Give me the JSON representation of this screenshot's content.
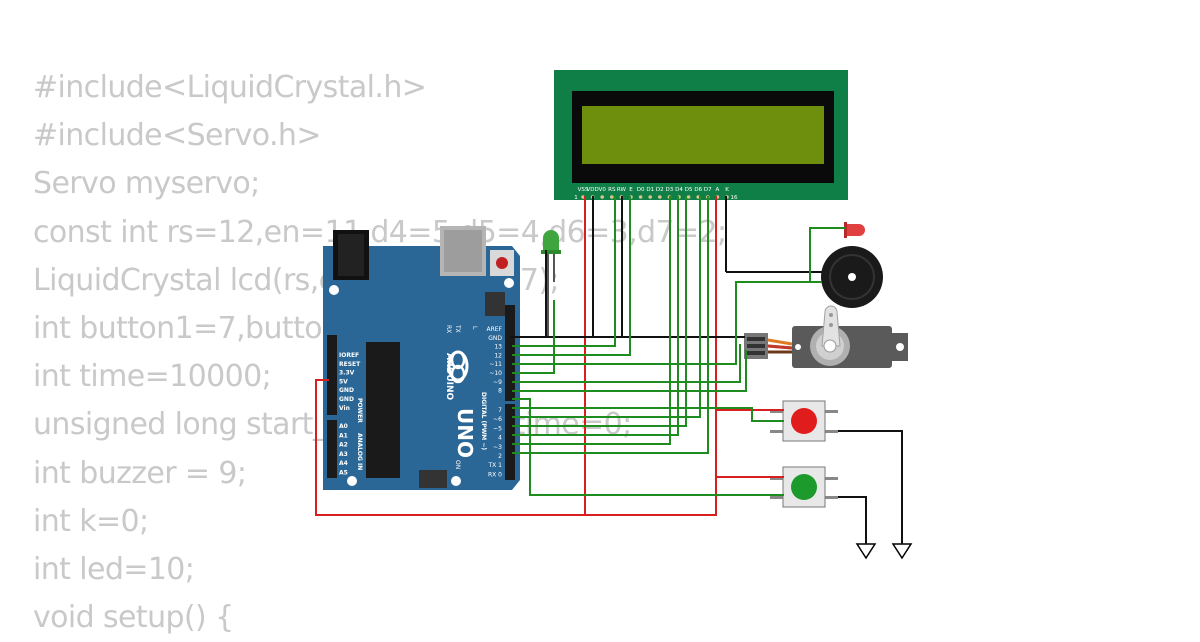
{
  "code_lines": [
    "#include<LiquidCrystal.h>",
    "#include<Servo.h>",
    "Servo myservo;",
    "const int rs=12,en=11,d4=5,d5=4,d6=3,d7=2;",
    "LiquidCrystal lcd(rs,en,d4,d5,d6,d7);",
    "int button1=7,button2=8;",
    "int time=10000;",
    "unsigned long start_time=0,end_time=0;",
    "int buzzer = 9;",
    "int k=0;",
    "int led=10;",
    "void setup() {"
  ],
  "arduino": {
    "brand": "ARDUINO",
    "model": "UNO",
    "power_header_label": "POWER",
    "analog_header_label": "ANALOG IN",
    "digital_header_label": "DIGITAL (PWM ~)",
    "on_label": "ON",
    "tx_label": "TX",
    "rx_label": "RX",
    "l_label": "L",
    "power_pins": [
      "IOREF",
      "RESET",
      "3.3V",
      "5V",
      "GND",
      "GND",
      "Vin"
    ],
    "analog_pins": [
      "A0",
      "A1",
      "A2",
      "A3",
      "A4",
      "A5"
    ],
    "digital_top_pins": [
      "AREF",
      "GND",
      "13",
      "12",
      "~11",
      "~10",
      "~9",
      "8"
    ],
    "digital_bottom_pins": [
      "7",
      "~6",
      "~5",
      "4",
      "~3",
      "2",
      "TX 1",
      "RX 0"
    ]
  },
  "lcd": {
    "pin_labels": [
      "VSS",
      "VDD",
      "V0",
      "RS",
      "RW",
      "E",
      "D0",
      "D1",
      "D2",
      "D3",
      "D4",
      "D5",
      "D6",
      "D7",
      "A",
      "K"
    ],
    "pin_first": "1",
    "pin_last": "16"
  },
  "colors": {
    "board": "#2a6796",
    "lcd_pcb": "#0f7f47",
    "lcd_screen": "#6e8f0d",
    "wire_green": "#1f8c1f",
    "wire_red": "#d81f1f",
    "wire_black": "#111111",
    "code_text": "#c9c9c9"
  }
}
